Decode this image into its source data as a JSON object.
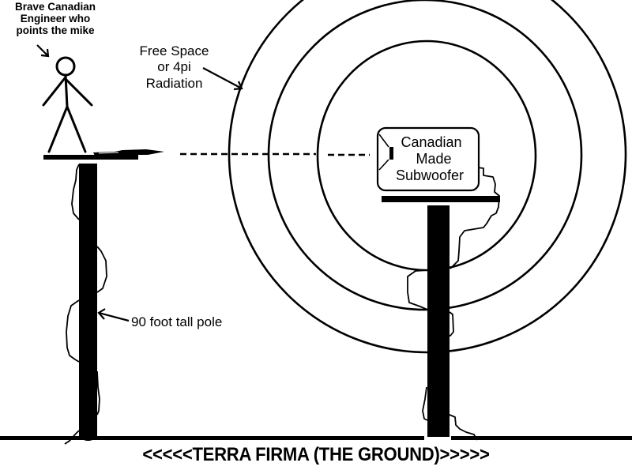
{
  "diagram": {
    "labels": {
      "engineer": [
        "Brave Canadian",
        "Engineer who",
        "points the mike"
      ],
      "radiation": [
        "Free Space",
        "or 4pi",
        "Radiation"
      ],
      "subwoofer": [
        "Canadian",
        "Made",
        "Subwoofer"
      ],
      "pole": "90 foot tall pole",
      "ground": "<<<<<TERRA FIRMA (THE GROUND)>>>>>"
    },
    "components": {
      "engineer": "stick figure",
      "microphone": "mike",
      "subwoofer": "speaker box",
      "radiation_rings": 3,
      "poles": 2
    },
    "colors": {
      "ink": "#000000",
      "background": "#ffffff"
    }
  }
}
